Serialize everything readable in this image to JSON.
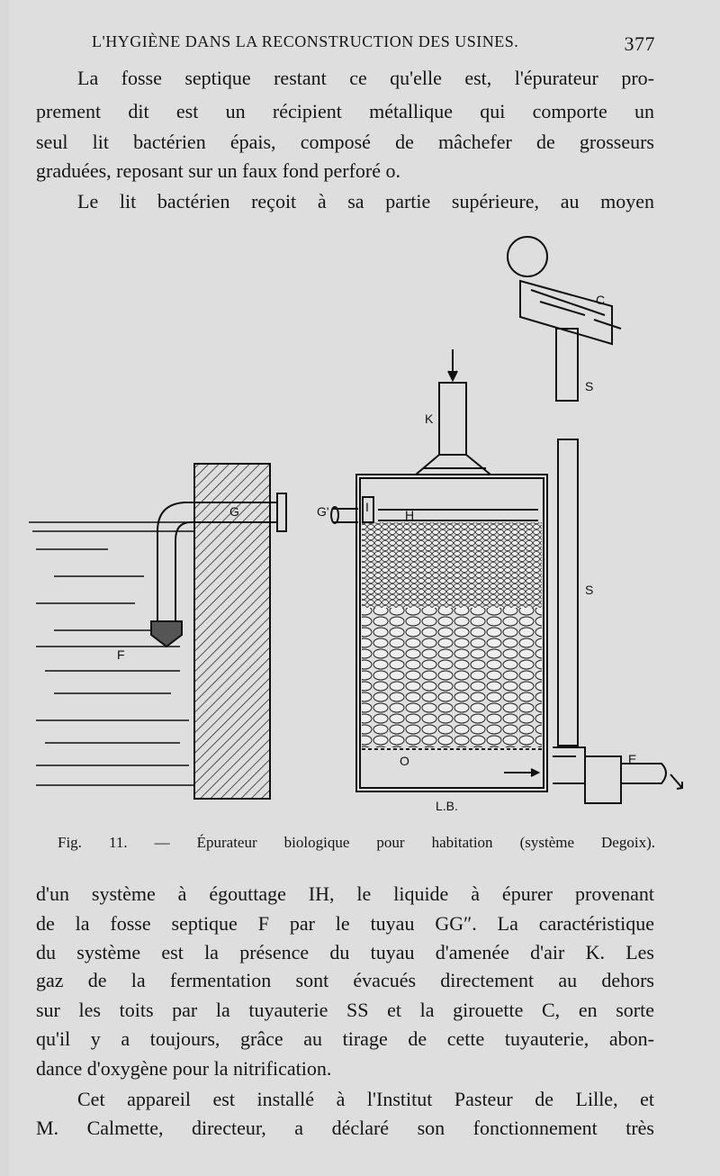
{
  "header": {
    "running_title": "L'HYGIÈNE DANS LA RECONSTRUCTION DES USINES.",
    "page_number": "377"
  },
  "paragraph1": [
    "La fosse septique restant ce qu'elle est, l'épurateur pro-",
    "prement dit est un récipient métallique qui comporte un",
    "seul lit bactérien épais, composé de mâchefer de grosseurs",
    "graduées, reposant sur un faux fond perforé o."
  ],
  "paragraph2_start": "Le lit bactérien reçoit à sa partie supérieure, au moyen",
  "figure": {
    "labels": {
      "C": "C",
      "S_top": "S",
      "K": "K",
      "G": "G",
      "G_prime": "G'",
      "I": "I",
      "H": "H",
      "S_mid": "S",
      "F": "F",
      "O": "O",
      "E": "E",
      "LB": "L.B."
    },
    "caption": "Fig. 11. — Épurateur biologique pour habitation (système Degoix)."
  },
  "paragraph2_cont": [
    "d'un système à égouttage IH, le liquide à épurer provenant",
    "de la fosse septique F par le tuyau GG″. La caractéristique",
    "du système est la présence du tuyau d'amenée d'air K. Les",
    "gaz de la fermentation sont évacués directement au dehors",
    "sur les toits par la tuyauterie SS et la girouette C, en sorte",
    "qu'il y a toujours, grâce au tirage de cette tuyauterie, abon-",
    "dance d'oxygène pour la nitrification."
  ],
  "paragraph3": [
    "Cet appareil est installé à l'Institut Pasteur de Lille, et",
    "M. Calmette, directeur, a déclaré son fonctionnement très"
  ]
}
